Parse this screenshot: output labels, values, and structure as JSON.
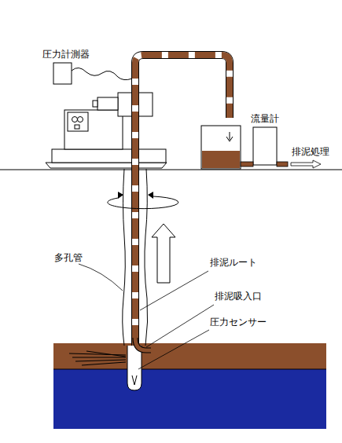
{
  "diagram": {
    "labels": [
      "圧力計測器",
      "流量計",
      "排泥処理",
      "多孔管",
      "排泥ルート",
      "排泥吸入口",
      "圧力センサー"
    ]
  }
}
